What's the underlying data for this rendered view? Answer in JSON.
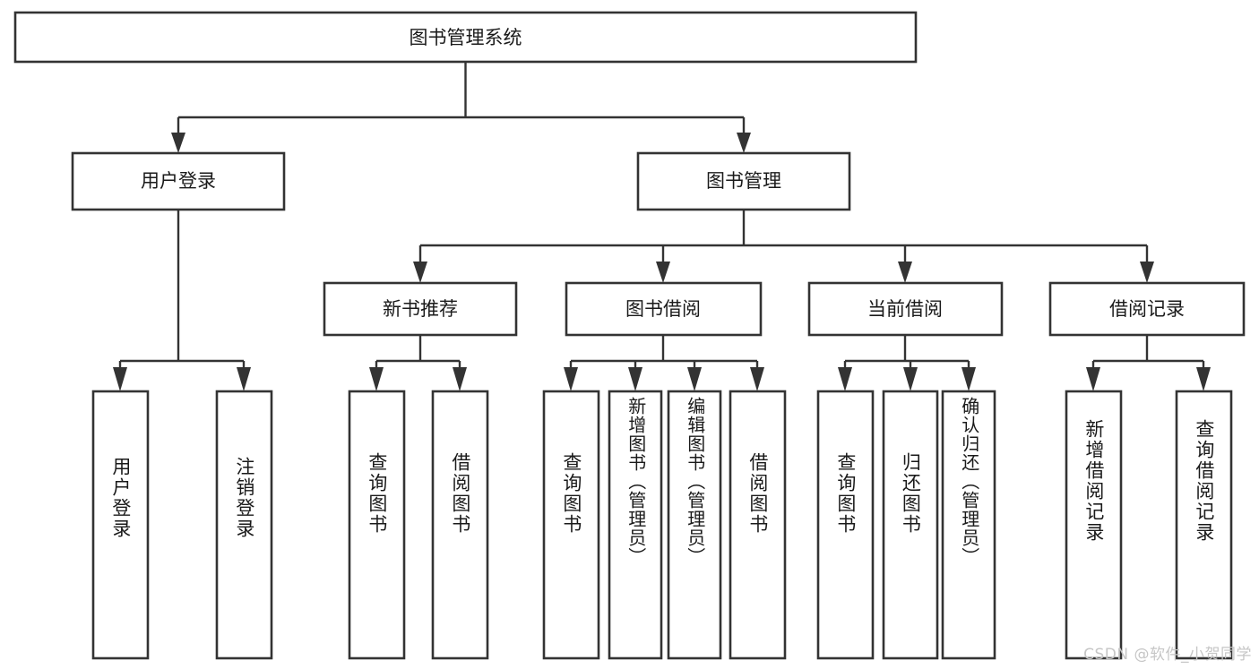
{
  "diagram": {
    "title": "图书管理系统",
    "type": "tree-hierarchy",
    "watermark": "CSDN @软件_小贺同学",
    "colors": {
      "box_stroke": "#333333",
      "box_fill": "#ffffff",
      "text": "#1a1a1a",
      "background": "#ffffff",
      "watermark": "#c6c6c6"
    },
    "root": {
      "id": "root",
      "label": "图书管理系统"
    },
    "level2": [
      {
        "id": "user-login",
        "label": "用户登录"
      },
      {
        "id": "book-management",
        "label": "图书管理"
      }
    ],
    "level3": [
      {
        "id": "new-book-recommend",
        "label": "新书推荐",
        "parent": "book-management"
      },
      {
        "id": "book-borrow",
        "label": "图书借阅",
        "parent": "book-management"
      },
      {
        "id": "current-borrow",
        "label": "当前借阅",
        "parent": "book-management"
      },
      {
        "id": "borrow-record",
        "label": "借阅记录",
        "parent": "book-management"
      }
    ],
    "leaves": [
      {
        "id": "leaf-user-login",
        "label": "用户登录",
        "parent": "user-login"
      },
      {
        "id": "leaf-logout-login",
        "label": "注销登录",
        "parent": "user-login"
      },
      {
        "id": "leaf-query-book-1",
        "label": "查询图书",
        "parent": "new-book-recommend"
      },
      {
        "id": "leaf-borrow-book-1",
        "label": "借阅图书",
        "parent": "new-book-recommend"
      },
      {
        "id": "leaf-query-book-2",
        "label": "查询图书",
        "parent": "book-borrow"
      },
      {
        "id": "leaf-add-book",
        "label": "新增图书（管理员）",
        "parent": "book-borrow"
      },
      {
        "id": "leaf-edit-book",
        "label": "编辑图书（管理员）",
        "parent": "book-borrow"
      },
      {
        "id": "leaf-borrow-book-2",
        "label": "借阅图书",
        "parent": "book-borrow"
      },
      {
        "id": "leaf-query-book-3",
        "label": "查询图书",
        "parent": "current-borrow"
      },
      {
        "id": "leaf-return-book",
        "label": "归还图书",
        "parent": "current-borrow"
      },
      {
        "id": "leaf-confirm-return",
        "label": "确认归还（管理员）",
        "parent": "current-borrow"
      },
      {
        "id": "leaf-add-record",
        "label": "新增借阅记录",
        "parent": "borrow-record"
      },
      {
        "id": "leaf-query-record",
        "label": "查询借阅记录",
        "parent": "borrow-record"
      }
    ]
  }
}
